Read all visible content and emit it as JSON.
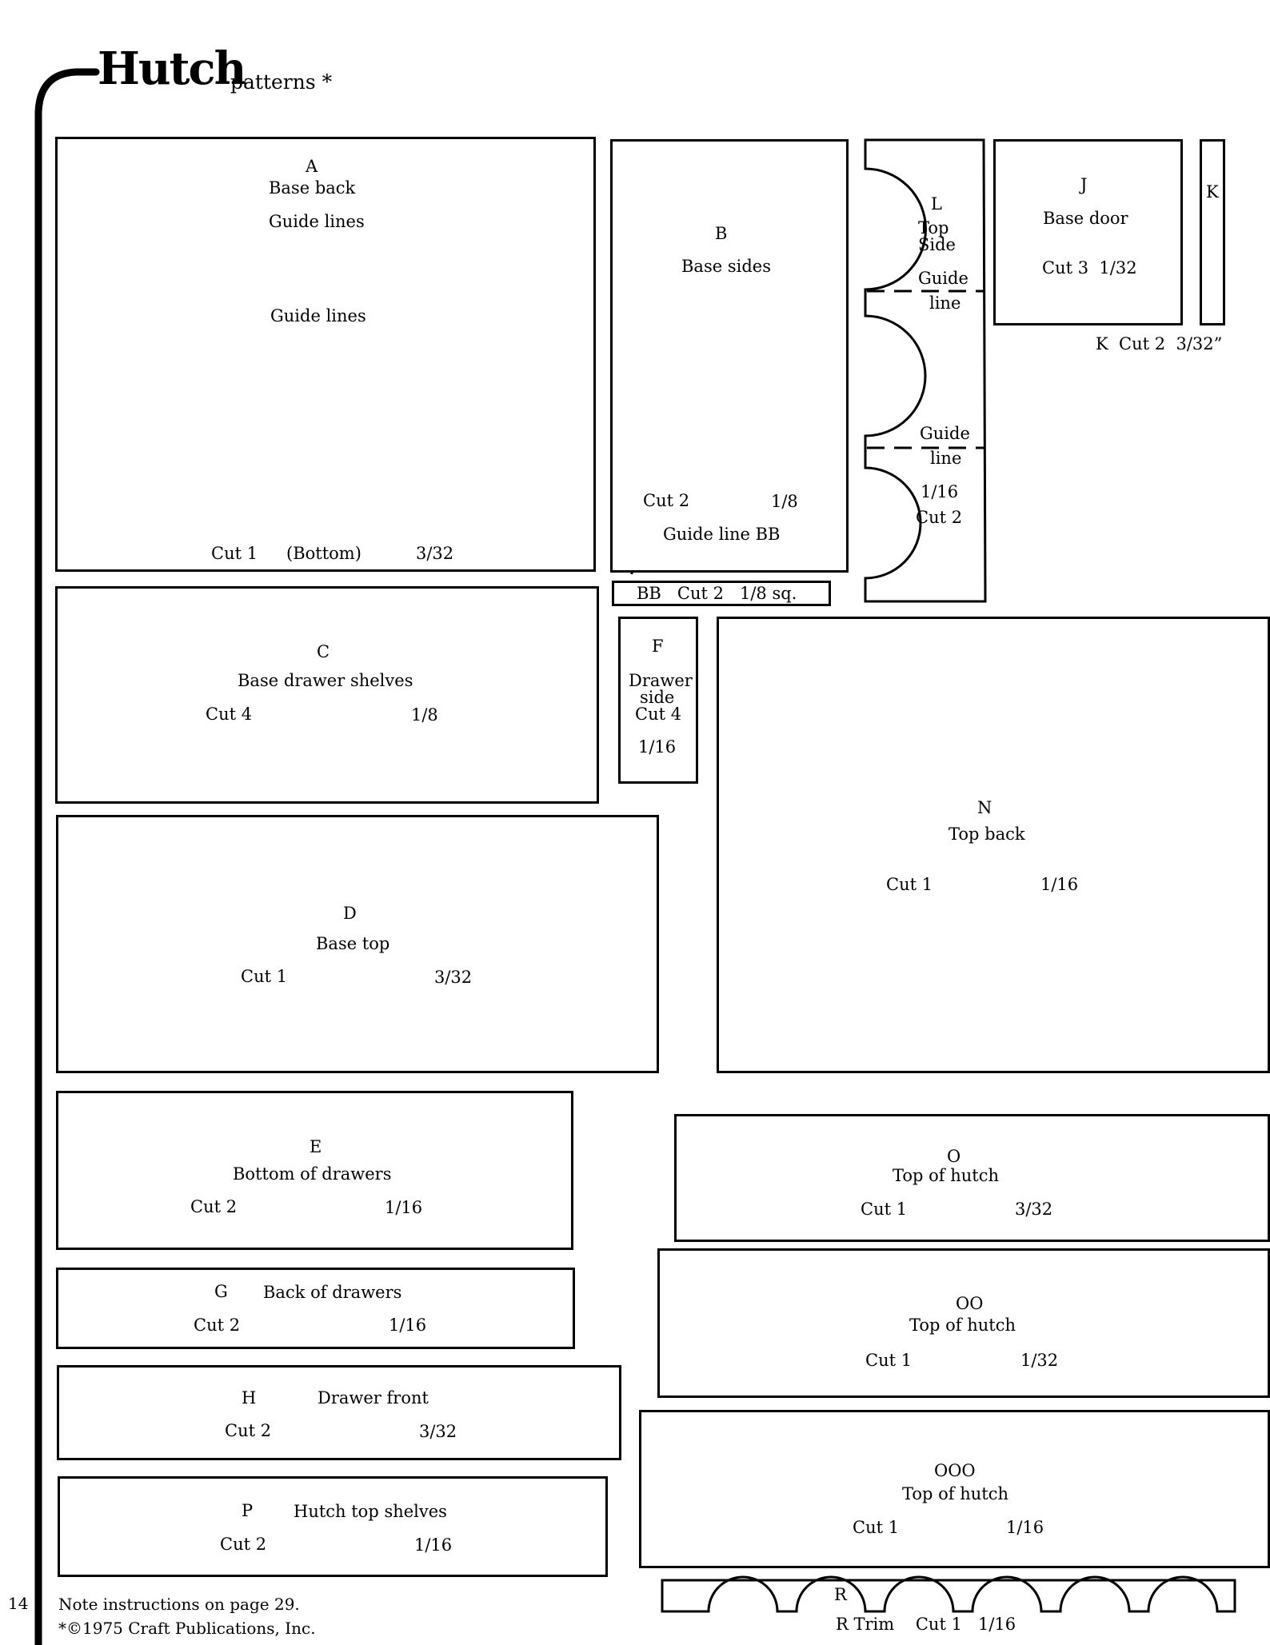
{
  "header": {
    "title": "Hutch",
    "subtitle": "patterns *"
  },
  "pieces": {
    "A": {
      "letter": "A",
      "name": "Base back",
      "guide1": "Guide lines",
      "guide2": "Guide lines",
      "cut": "Cut 1",
      "note": "(Bottom)",
      "thick": "3/32"
    },
    "B": {
      "letter": "B",
      "name": "Base sides",
      "cut": "Cut 2",
      "thick": "1/8",
      "guide": "Guide line BB"
    },
    "BB": {
      "label": "BB   Cut 2   1/8 sq."
    },
    "L": {
      "letter": "L",
      "name1": "Top",
      "name2": "Side",
      "guide_a1": "Guide",
      "guide_a2": "line",
      "guide_b1": "Guide",
      "guide_b2": "line",
      "thick": "1/16",
      "cut": "Cut 2"
    },
    "J": {
      "letter": "J",
      "name": "Base door",
      "cut": "Cut 3  1/32"
    },
    "K": {
      "letter": "K",
      "note": "K  Cut 2  3/32”"
    },
    "C": {
      "letter": "C",
      "name": "Base drawer shelves",
      "cut": "Cut 4",
      "thick": "1/8"
    },
    "F": {
      "letter": "F",
      "name1": "Drawer",
      "name2": "side",
      "cut": "Cut 4",
      "thick": "1/16"
    },
    "N": {
      "letter": "N",
      "name": "Top back",
      "cut": "Cut 1",
      "thick": "1/16"
    },
    "D": {
      "letter": "D",
      "name": "Base top",
      "cut": "Cut 1",
      "thick": "3/32"
    },
    "E": {
      "letter": "E",
      "name": "Bottom of drawers",
      "cut": "Cut 2",
      "thick": "1/16"
    },
    "O": {
      "letter": "O",
      "name": "Top of hutch",
      "cut": "Cut 1",
      "thick": "3/32"
    },
    "G": {
      "letter": "G",
      "name": "Back of drawers",
      "cut": "Cut 2",
      "thick": "1/16"
    },
    "OO": {
      "letter": "OO",
      "name": "Top of hutch",
      "cut": "Cut 1",
      "thick": "1/32"
    },
    "H": {
      "letter": "H",
      "name": "Drawer front",
      "cut": "Cut 2",
      "thick": "3/32"
    },
    "OOO": {
      "letter": "OOO",
      "name": "Top of hutch",
      "cut": "Cut 1",
      "thick": "1/16"
    },
    "P": {
      "letter": "P",
      "name": "Hutch top shelves",
      "cut": "Cut 2",
      "thick": "1/16"
    },
    "R": {
      "letter": "R",
      "note": "R Trim    Cut 1   1/16"
    }
  },
  "footer": {
    "page_number": "14",
    "note": "Note instructions on page 29.",
    "copyright": "*©1975 Craft Publications, Inc."
  }
}
